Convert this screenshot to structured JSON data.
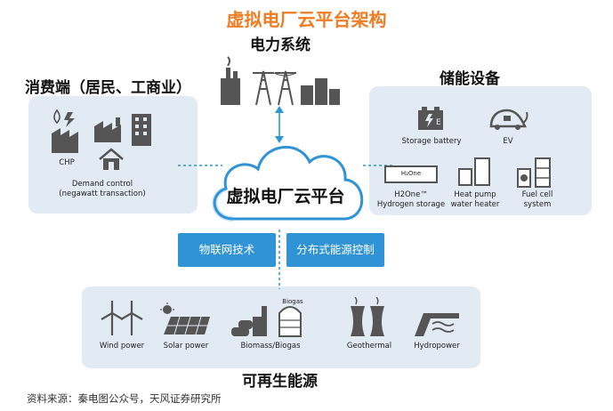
{
  "title": "虚拟电厂云平台架构",
  "power_system": {
    "label": "电力系统"
  },
  "consumer": {
    "heading": "消费端（居民、工商业）",
    "chp_label": "CHP",
    "demand_line1": "Demand control",
    "demand_line2": "(negawatt transaction)"
  },
  "storage": {
    "heading": "储能设备",
    "storage_battery": "Storage battery",
    "ev": "EV",
    "h2one_badge": "H₂One",
    "h2one_line1": "H2One™",
    "h2one_line2": "Hydrogen storage",
    "heat_pump_line1": "Heat pump",
    "heat_pump_line2": "water heater",
    "fuel_cell_line1": "Fuel cell",
    "fuel_cell_line2": "system"
  },
  "platform": {
    "label": "虚拟电厂云平台"
  },
  "technologies": {
    "iot": "物联网技术",
    "distributed_control": "分布式能源控制"
  },
  "renewables": {
    "heading": "可再生能源",
    "wind": "Wind power",
    "solar": "Solar power",
    "biomass": "Biomass/Biogas",
    "biogas_tag": "Biogas",
    "geothermal": "Geothermal",
    "hydro": "Hydropower"
  },
  "source": "资料来源：秦电图公众号，天风证券研究所",
  "colors": {
    "title": "#f07c22",
    "accent": "#2f93d6",
    "panel": "#e2eaf4",
    "icon": "#555555"
  }
}
